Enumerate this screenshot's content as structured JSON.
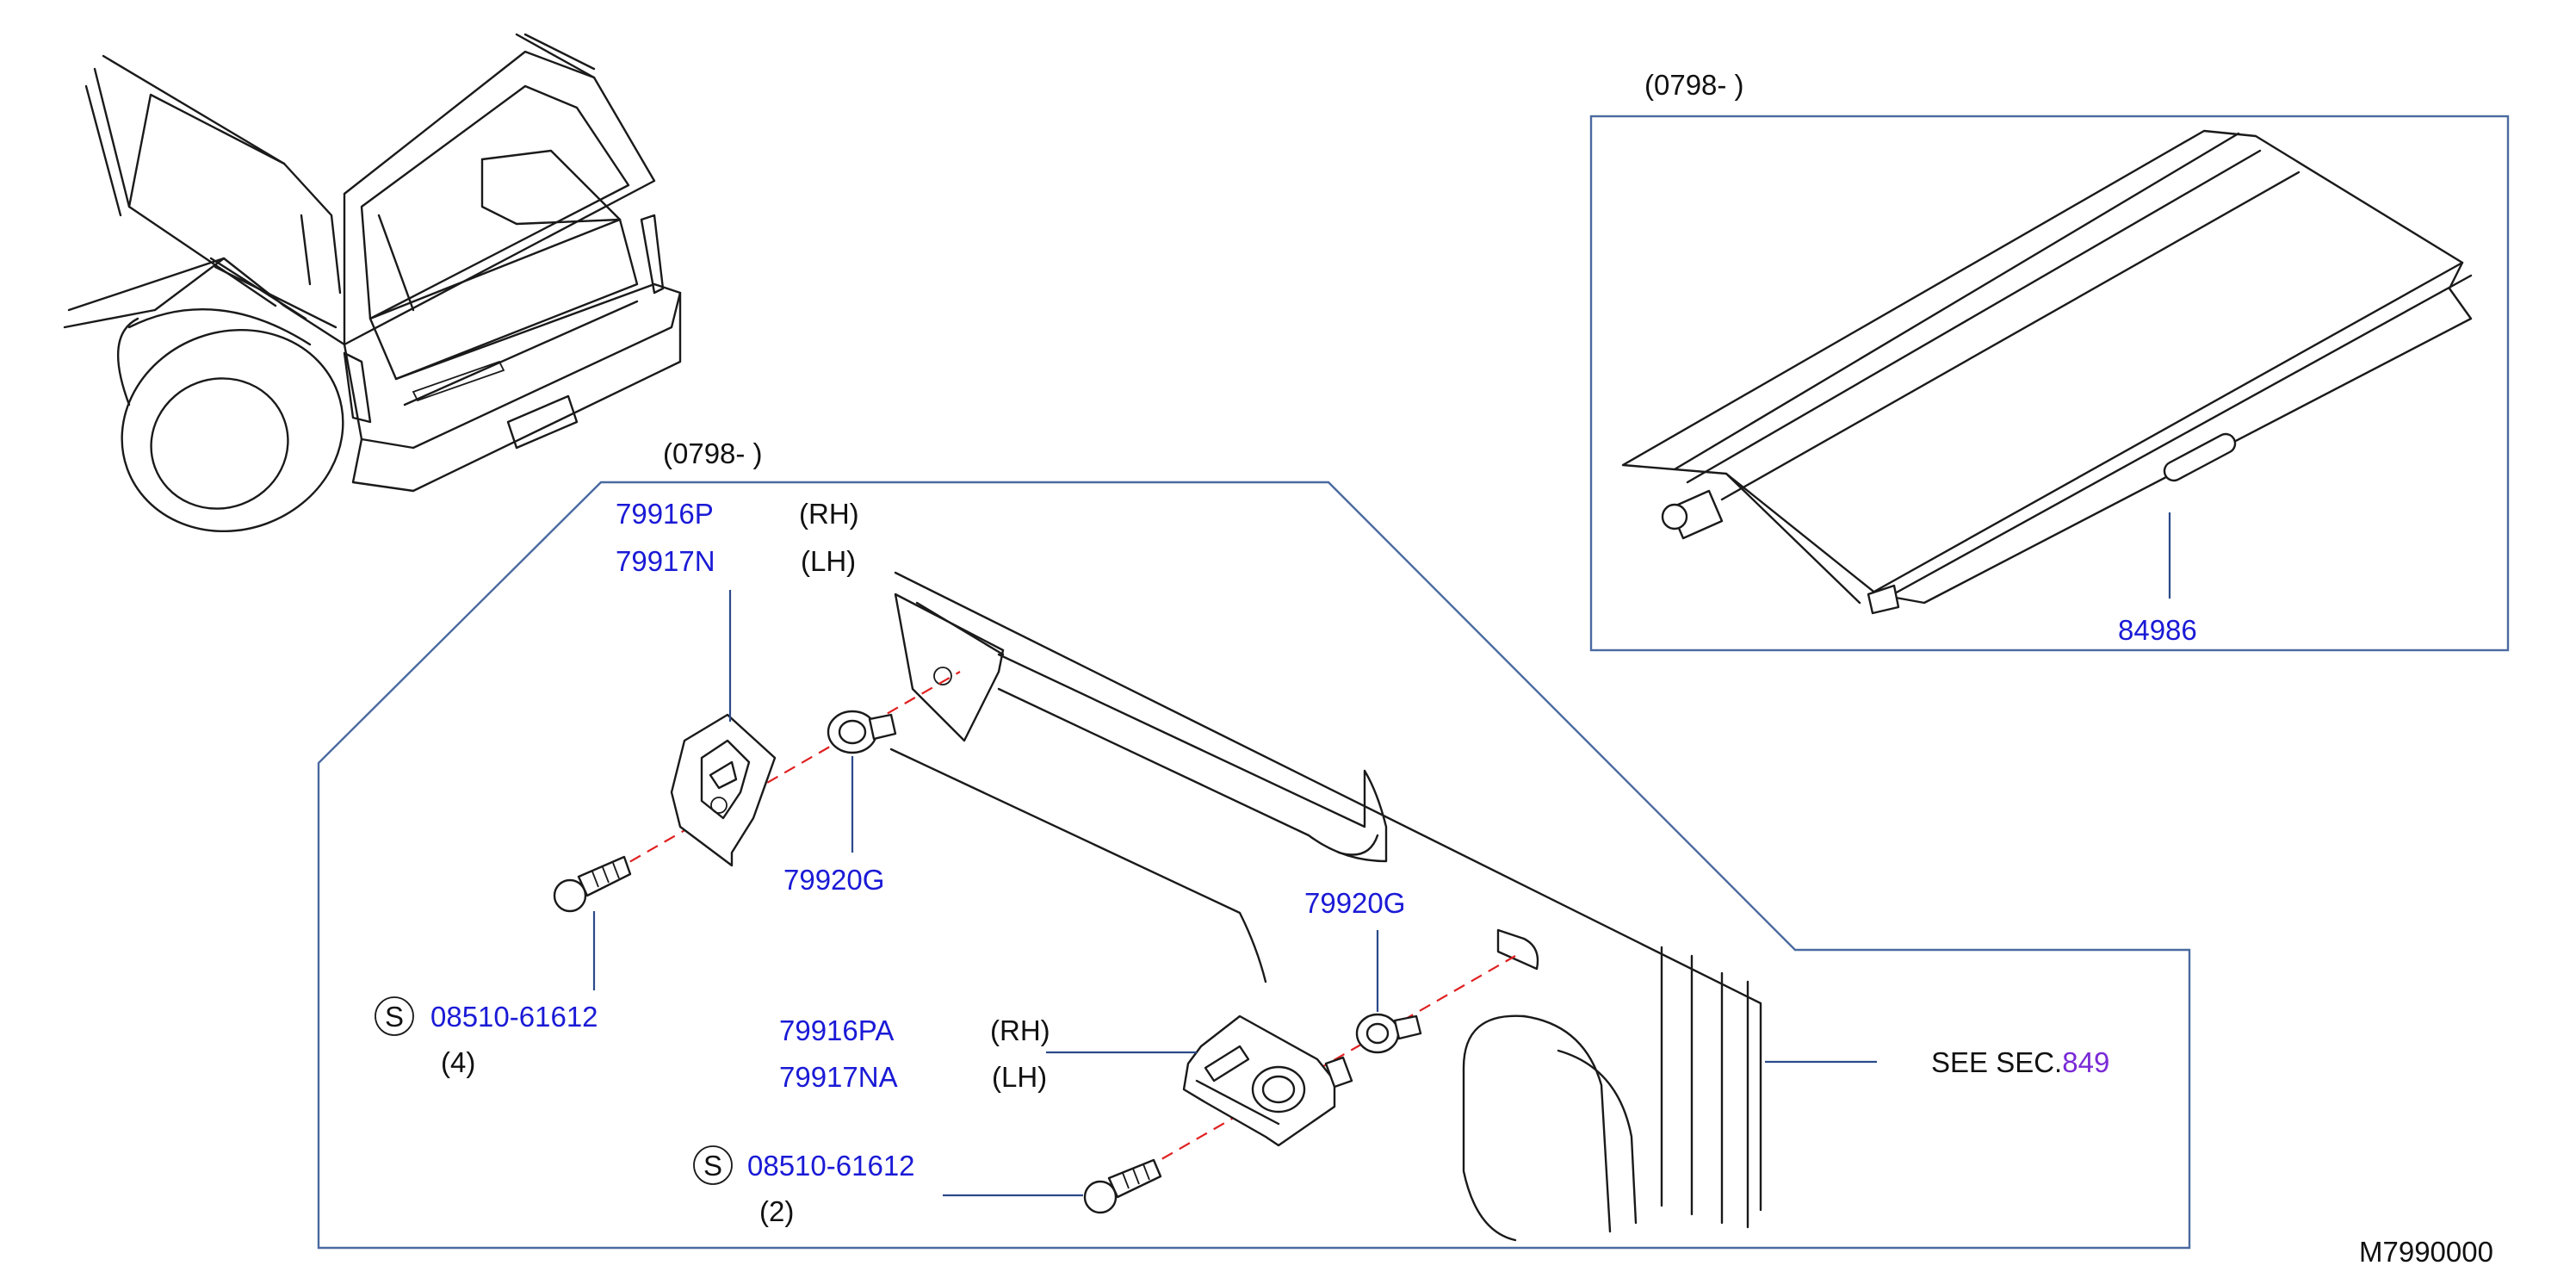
{
  "labels": {
    "date_code_top": "(0798-       )",
    "date_code_main": "(0798-       )",
    "part_84986": "84986",
    "part_79916P": "79916P",
    "rh_1": "(RH)",
    "part_79917N": "79917N",
    "lh_1": "(LH)",
    "part_79920G_a": "79920G",
    "part_79920G_b": "79920G",
    "screw_symbol_a": "S",
    "part_08510_a": "08510-61612",
    "qty_a": "(4)",
    "part_79916PA": "79916PA",
    "rh_2": "(RH)",
    "part_79917NA": "79917NA",
    "lh_2": "(LH)",
    "screw_symbol_b": "S",
    "part_08510_b": "08510-61612",
    "qty_b": "(2)",
    "see_text": "SEE   SEC.",
    "see_section": "849",
    "figure_code": "M7990000"
  },
  "colors": {
    "part_number": "#1a1ad6",
    "section_ref": "#7a2ad6",
    "leader_line": "#2a4a8a",
    "center_line": "#e02020"
  }
}
